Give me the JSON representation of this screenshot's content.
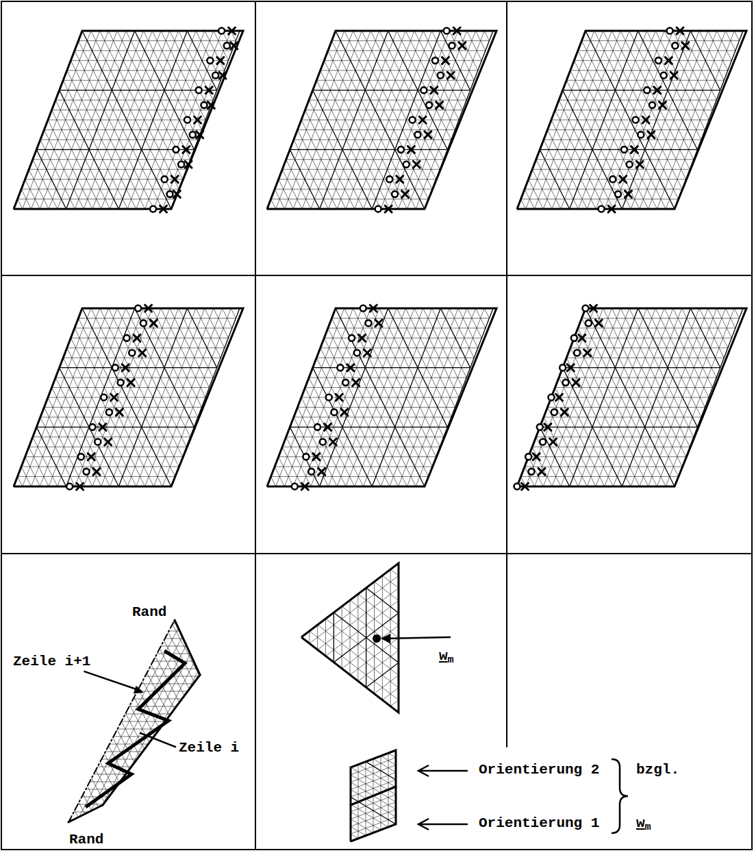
{
  "diagram": {
    "labels": [
      "Rand",
      "Zeile i+1",
      "Zeile i",
      "Rand",
      "wm",
      "Orientierung 2",
      "bzgl.",
      "Orientierung 1",
      "wm"
    ]
  }
}
